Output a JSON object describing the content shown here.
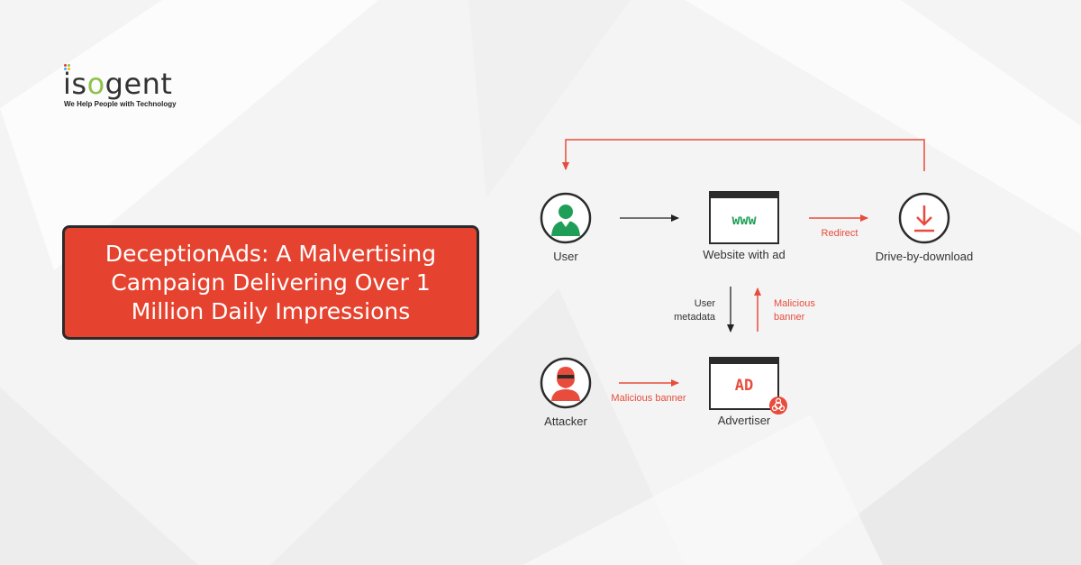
{
  "brand": {
    "name_prefix": "is",
    "name_o": "o",
    "name_suffix": "gent",
    "tagline": "We Help People with Technology",
    "dot_colors": [
      "#e53935",
      "#8bc34a",
      "#29b6f6",
      "#ffb300"
    ]
  },
  "title": "DeceptionAds: A Malvertising Campaign Delivering Over 1 Million Daily Impressions",
  "colors": {
    "accent": "#e5432f",
    "arrow_red": "#e74c3c",
    "dark": "#2b2b2b",
    "green": "#1e9e57"
  },
  "diagram": {
    "nodes": {
      "user": {
        "label": "User",
        "icon": "user-icon"
      },
      "website": {
        "label": "Website with ad",
        "window_text": "www"
      },
      "download": {
        "label": "Drive-by-download",
        "icon": "download-icon"
      },
      "attacker": {
        "label": "Attacker",
        "icon": "attacker-icon"
      },
      "advertiser": {
        "label": "Advertiser",
        "window_text": "AD",
        "badge_icon": "biohazard-icon"
      }
    },
    "edges": {
      "redirect": "Redirect",
      "user_metadata_line1": "User",
      "user_metadata_line2": "metadata",
      "malicious_banner_up_line1": "Malicious",
      "malicious_banner_up_line2": "banner",
      "malicious_banner_attacker": "Malicious banner"
    }
  }
}
